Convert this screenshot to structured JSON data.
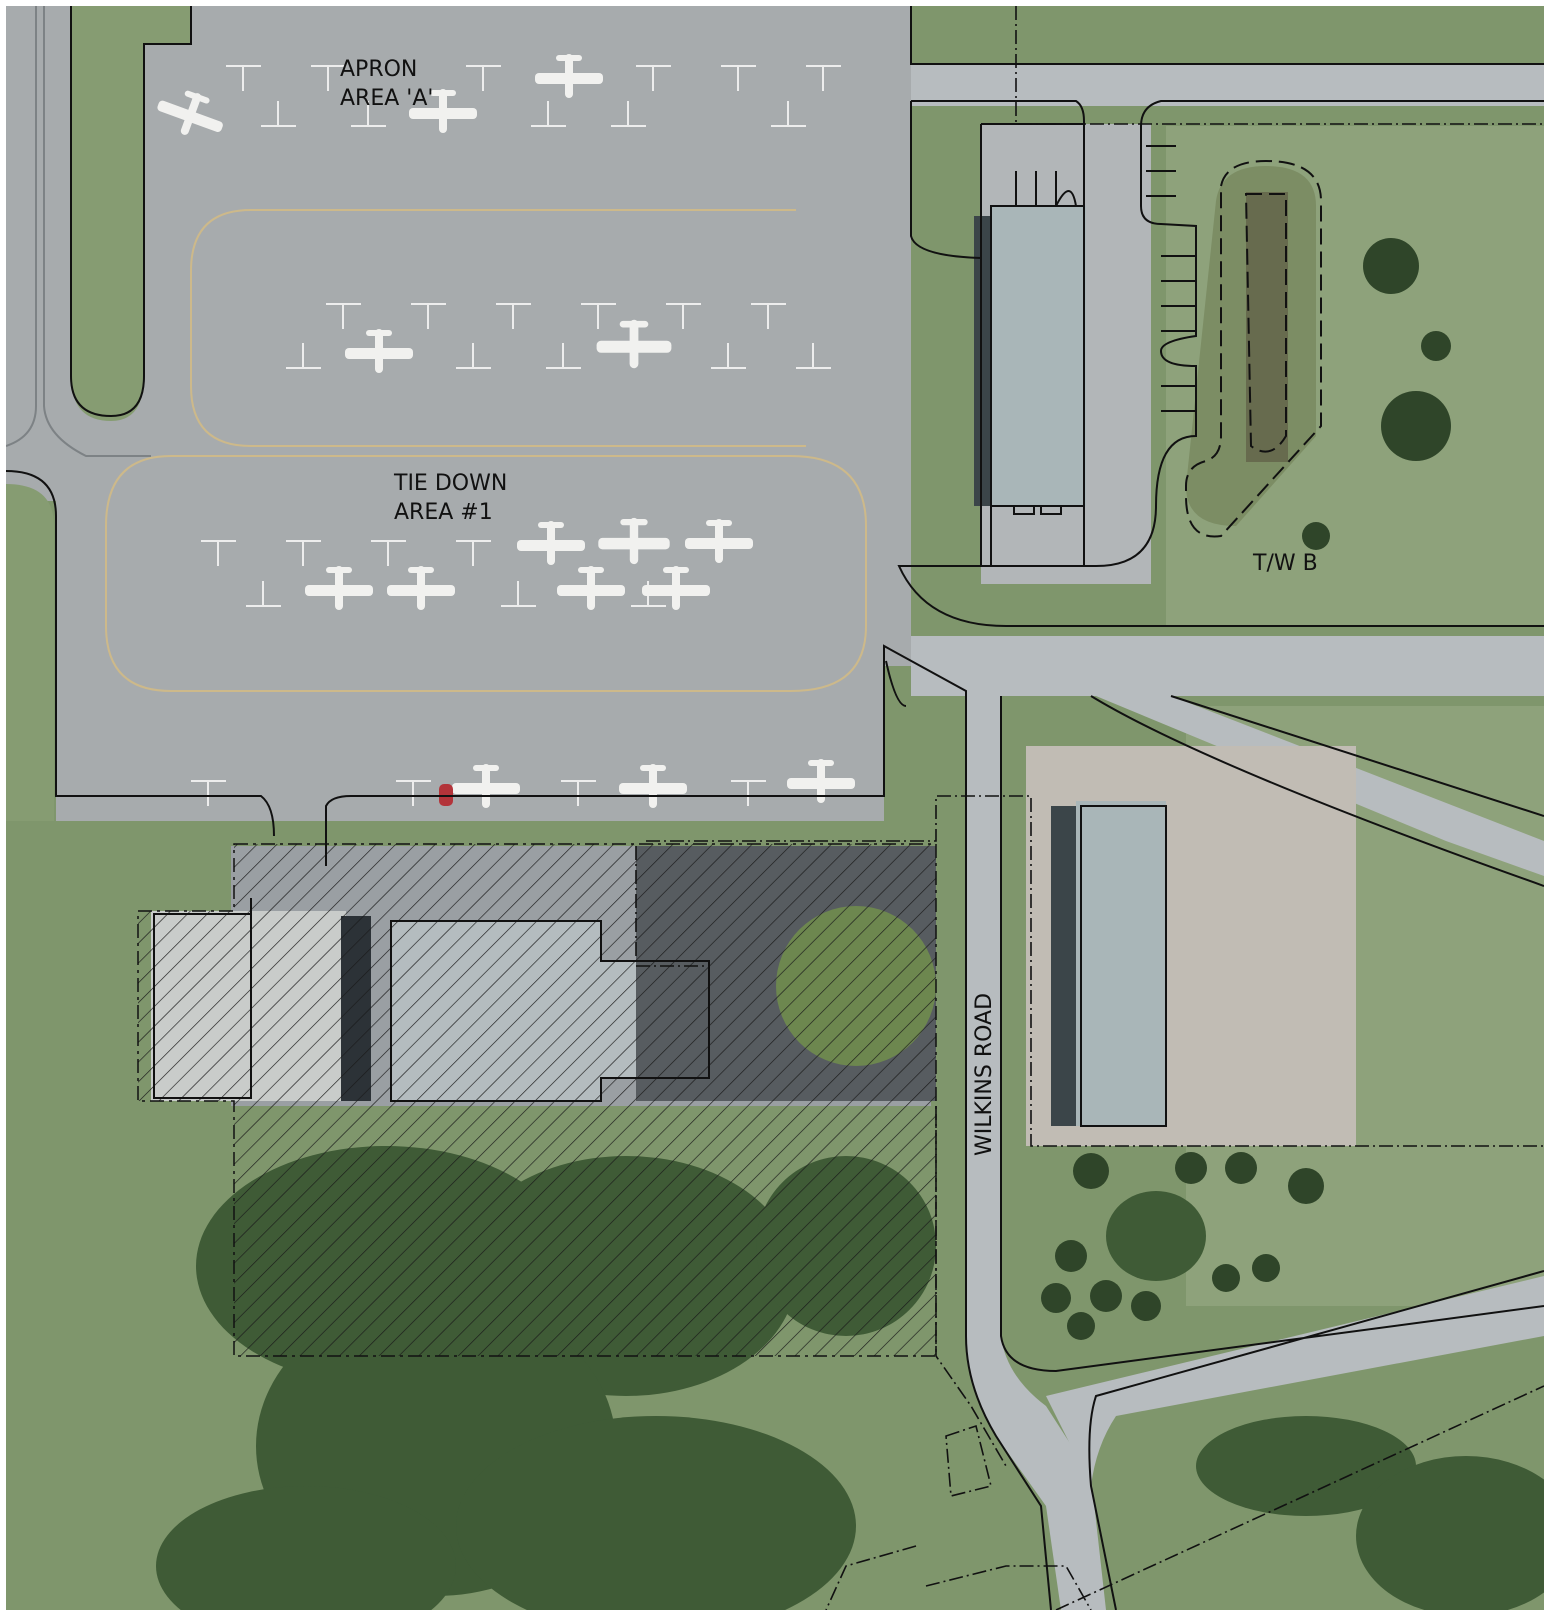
{
  "labels": {
    "apron_line1": "APRON",
    "apron_line2": "AREA 'A'",
    "tiedown_line1": "TIE DOWN",
    "tiedown_line2": "AREA #1",
    "taxiway": "T/W B",
    "road": "WILKINS ROAD"
  },
  "colors": {
    "grass": "#7f966c",
    "grass_light": "#9caf8a",
    "pavement": "#a7abad",
    "pavement_dark": "#989ca0",
    "road": "#b7bcbf",
    "trees": "#3f5b36",
    "tree_dark": "#2f4529",
    "roof": "#a9b6b8",
    "line": "#111111",
    "marking": "#cdb98a"
  }
}
